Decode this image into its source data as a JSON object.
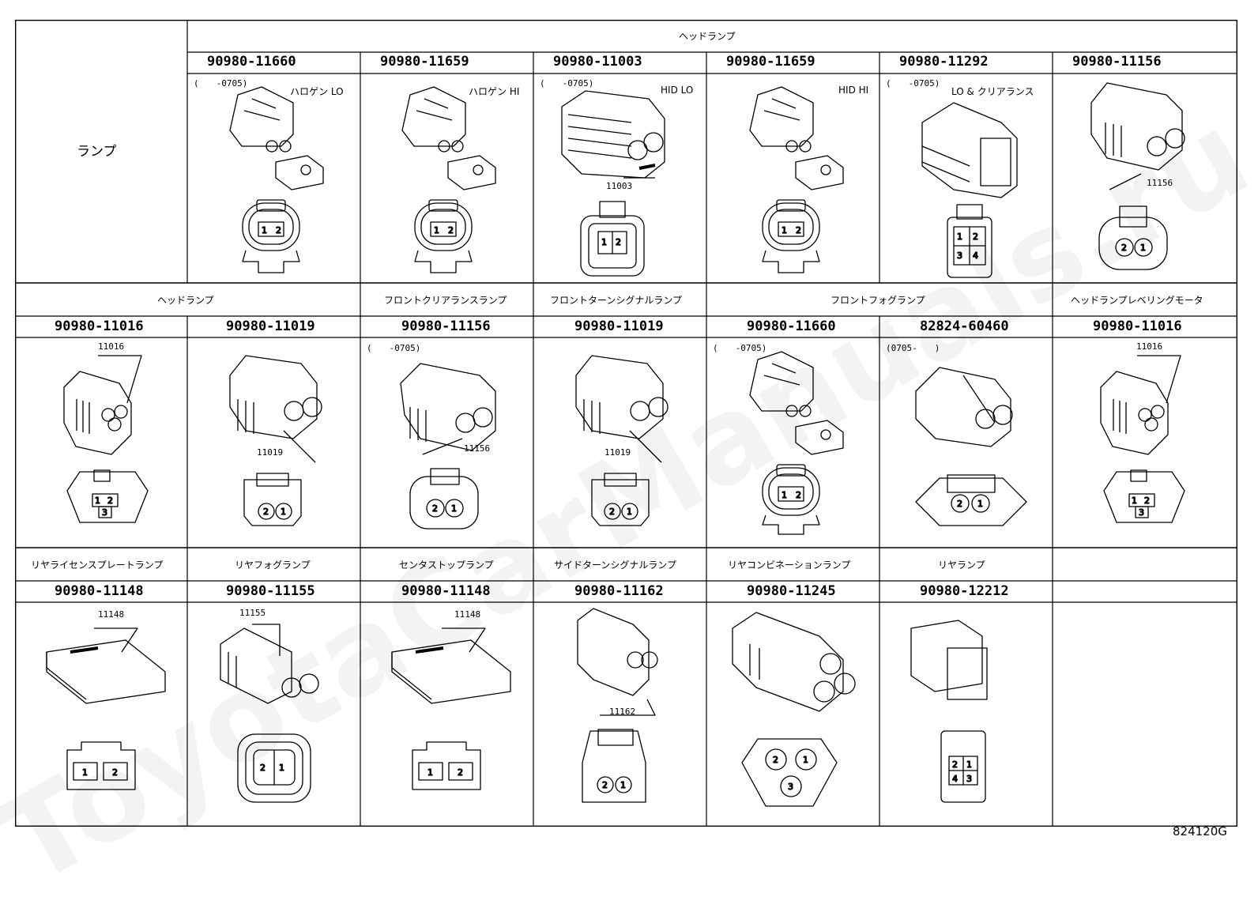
{
  "watermark": "ToyotaCarManuals.ru",
  "footer_code": "824120G",
  "row_title": "ランプ",
  "row1": {
    "group_header": "ヘッドランプ",
    "cells": [
      {
        "part": "90980-11660",
        "label": "ハロゲン LO",
        "date": "(　　-0705)",
        "tag": "",
        "pins": [
          "1",
          "2"
        ]
      },
      {
        "part": "90980-11659",
        "label": "ハロゲン HI",
        "date": "",
        "tag": "",
        "pins": [
          "1",
          "2"
        ]
      },
      {
        "part": "90980-11003",
        "label": "HID LO",
        "date": "(　　-0705)",
        "tag": "11003",
        "pins": [
          "1",
          "2"
        ]
      },
      {
        "part": "90980-11659",
        "label": "HID HI",
        "date": "",
        "tag": "",
        "pins": [
          "1",
          "2"
        ]
      },
      {
        "part": "90980-11292",
        "label": "LO & クリアランス",
        "date": "(　　-0705)",
        "tag": "",
        "pins": [
          "1",
          "2",
          "3",
          "4"
        ]
      },
      {
        "part": "90980-11156",
        "label": "",
        "date": "",
        "tag": "11156",
        "pins": [
          "2",
          "1"
        ]
      }
    ]
  },
  "row2": {
    "headers": [
      "ヘッドランプ",
      "フロントクリアランスランプ",
      "フロントターンシグナルランプ",
      "フロントフォグランプ",
      "ヘッドランプレベリングモータ"
    ],
    "cells": [
      {
        "part": "90980-11016",
        "date": "",
        "tag": "11016",
        "pins": [
          "1",
          "2",
          "3"
        ]
      },
      {
        "part": "90980-11019",
        "date": "",
        "tag": "11019",
        "pins": [
          "2",
          "1"
        ]
      },
      {
        "part": "90980-11156",
        "date": "(　　-0705)",
        "tag": "11156",
        "pins": [
          "2",
          "1"
        ]
      },
      {
        "part": "90980-11019",
        "date": "",
        "tag": "11019",
        "pins": [
          "2",
          "1"
        ]
      },
      {
        "part": "90980-11660",
        "date": "(　　-0705)",
        "tag": "",
        "pins": [
          "1",
          "2"
        ]
      },
      {
        "part": "82824-60460",
        "date": "(0705-　　)",
        "tag": "",
        "pins": [
          "2",
          "1"
        ]
      },
      {
        "part": "90980-11016",
        "date": "",
        "tag": "11016",
        "pins": [
          "1",
          "2",
          "3"
        ]
      }
    ]
  },
  "row3": {
    "headers": [
      "リヤライセンスプレートランプ",
      "リヤフォグランプ",
      "センタストップランプ",
      "サイドターンシグナルランプ",
      "リヤコンビネーションランプ",
      "リヤランプ"
    ],
    "cells": [
      {
        "part": "90980-11148",
        "tag": "11148",
        "pins": [
          "1",
          "2"
        ]
      },
      {
        "part": "90980-11155",
        "tag": "11155",
        "pins": [
          "2",
          "1"
        ]
      },
      {
        "part": "90980-11148",
        "tag": "11148",
        "pins": [
          "1",
          "2"
        ]
      },
      {
        "part": "90980-11162",
        "tag": "11162",
        "pins": [
          "2",
          "1"
        ]
      },
      {
        "part": "90980-11245",
        "tag": "",
        "pins": [
          "2",
          "1",
          "3"
        ]
      },
      {
        "part": "90980-12212",
        "tag": "",
        "pins": [
          "2",
          "1",
          "4",
          "3"
        ]
      }
    ]
  }
}
